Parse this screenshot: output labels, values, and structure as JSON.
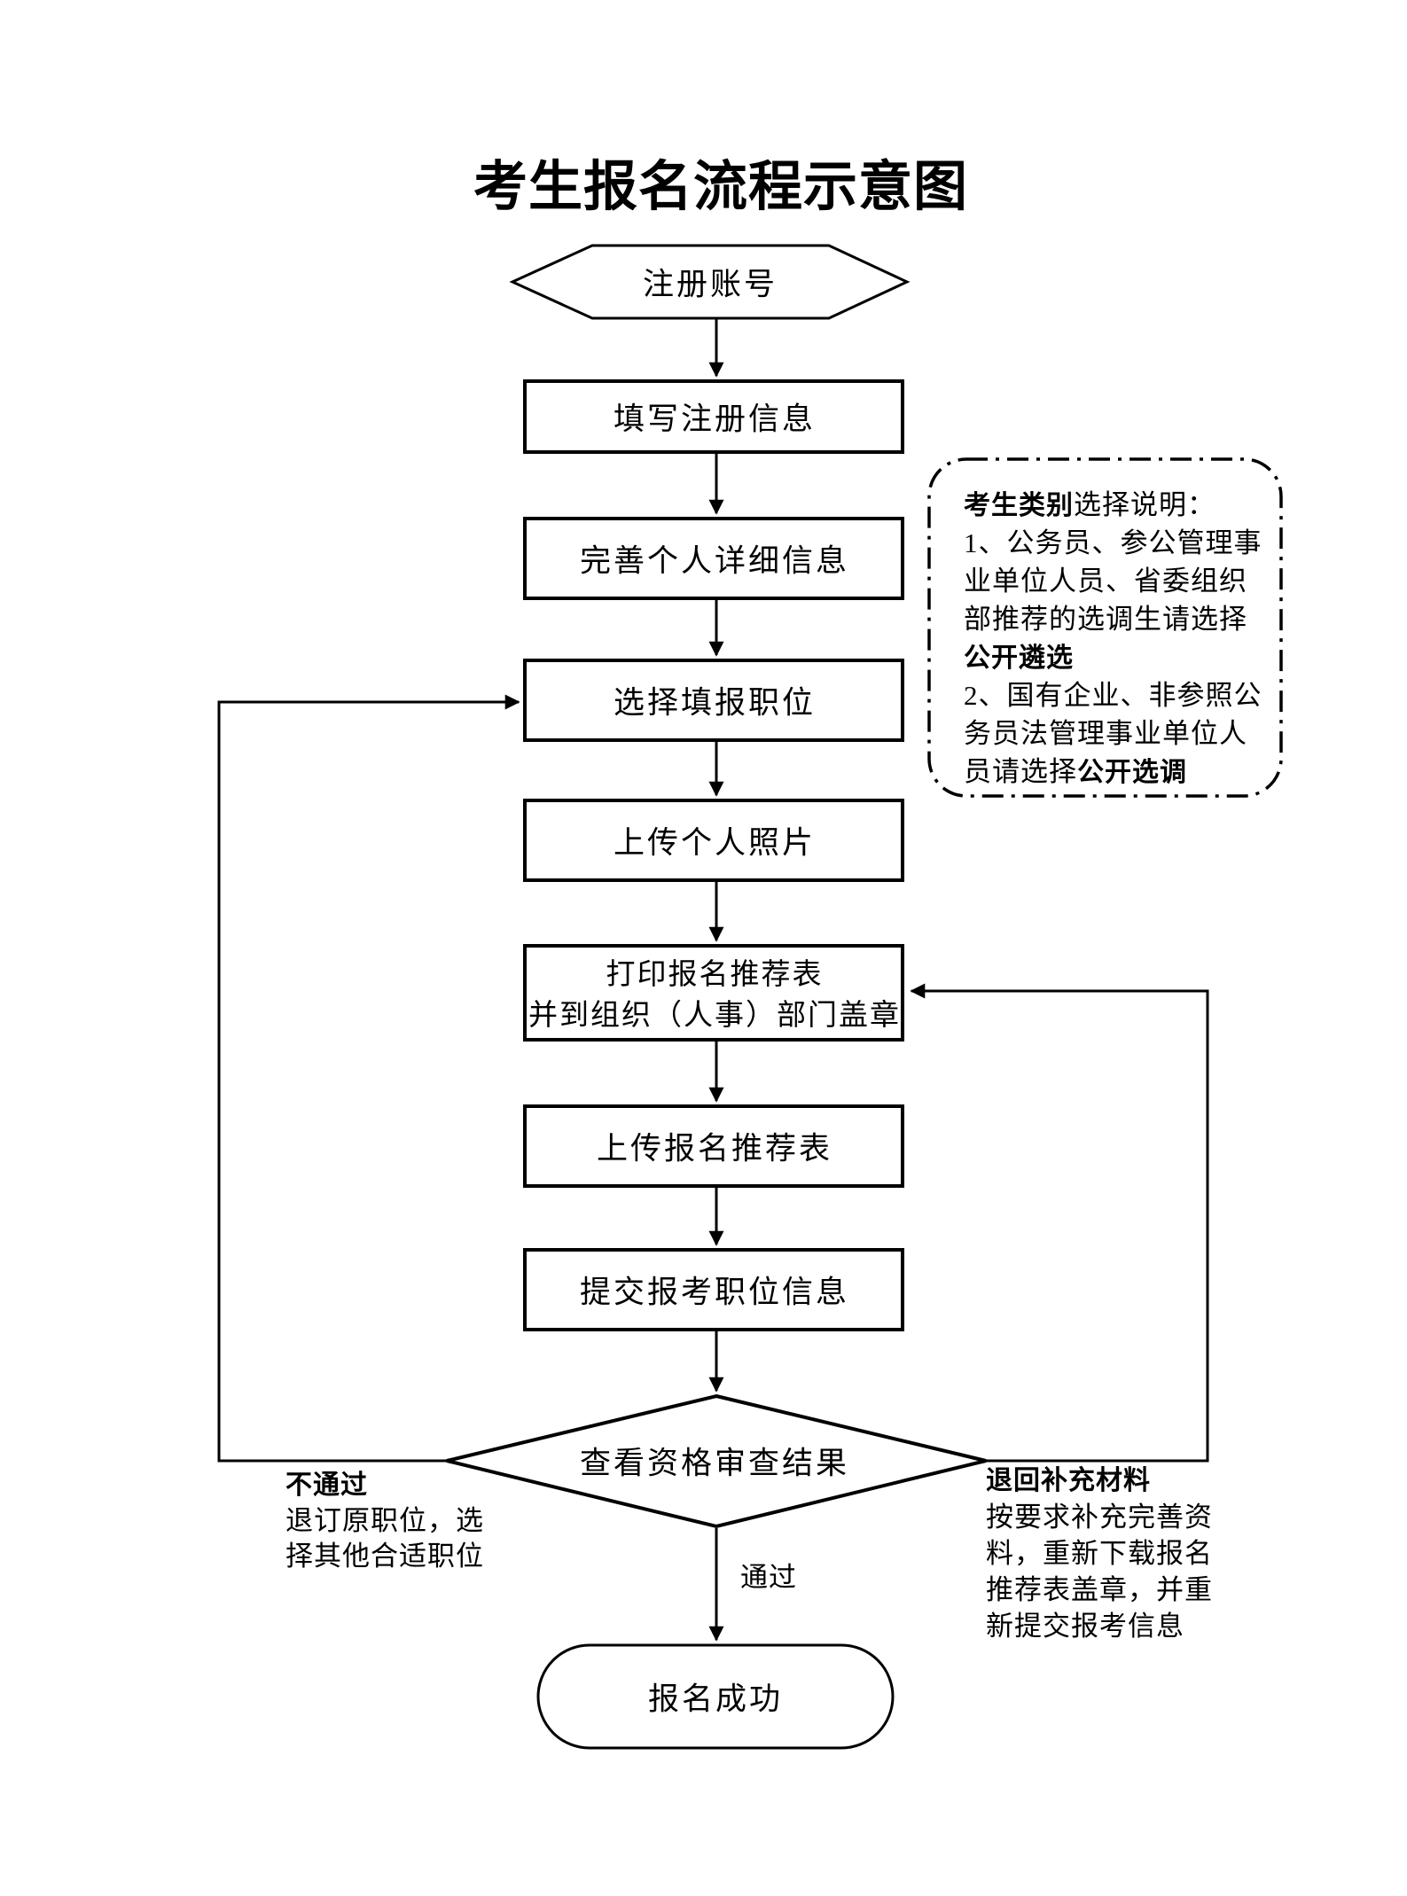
{
  "title": "考生报名流程示意图",
  "nodes": {
    "register": "注册账号",
    "fill_info": "填写注册信息",
    "complete_profile": "完善个人详细信息",
    "select_position": "选择填报职位",
    "upload_photo": "上传个人照片",
    "print_form_line1": "打印报名推荐表",
    "print_form_line2": "并到组织（人事）部门盖章",
    "upload_form": "上传报名推荐表",
    "submit_info": "提交报考职位信息",
    "review_result": "查看资格审查结果",
    "success": "报名成功"
  },
  "edges": {
    "pass_label": "通过",
    "fail": {
      "title": "不通过",
      "line1": "退订原职位，选",
      "line2": "择其他合适职位"
    },
    "supplement": {
      "title": "退回补充材料",
      "line1": "按要求补充完善资",
      "line2": "料，重新下载报名",
      "line3": "推荐表盖章，并重",
      "line4": "新提交报考信息"
    }
  },
  "note": {
    "line1_bold": "考生类别",
    "line1_rest": "选择说明：",
    "line2": "1、公务员、参公管理事",
    "line3": "业单位人员、省委组织",
    "line4": "部推荐的选调生请选择",
    "line5_bold": "公开遴选",
    "line6": "2、国有企业、非参照公",
    "line7": "务员法管理事业单位人",
    "line8": "员请选择",
    "line8_bold": "公开选调"
  },
  "colors": {
    "line": "#000000",
    "background": "#ffffff"
  }
}
